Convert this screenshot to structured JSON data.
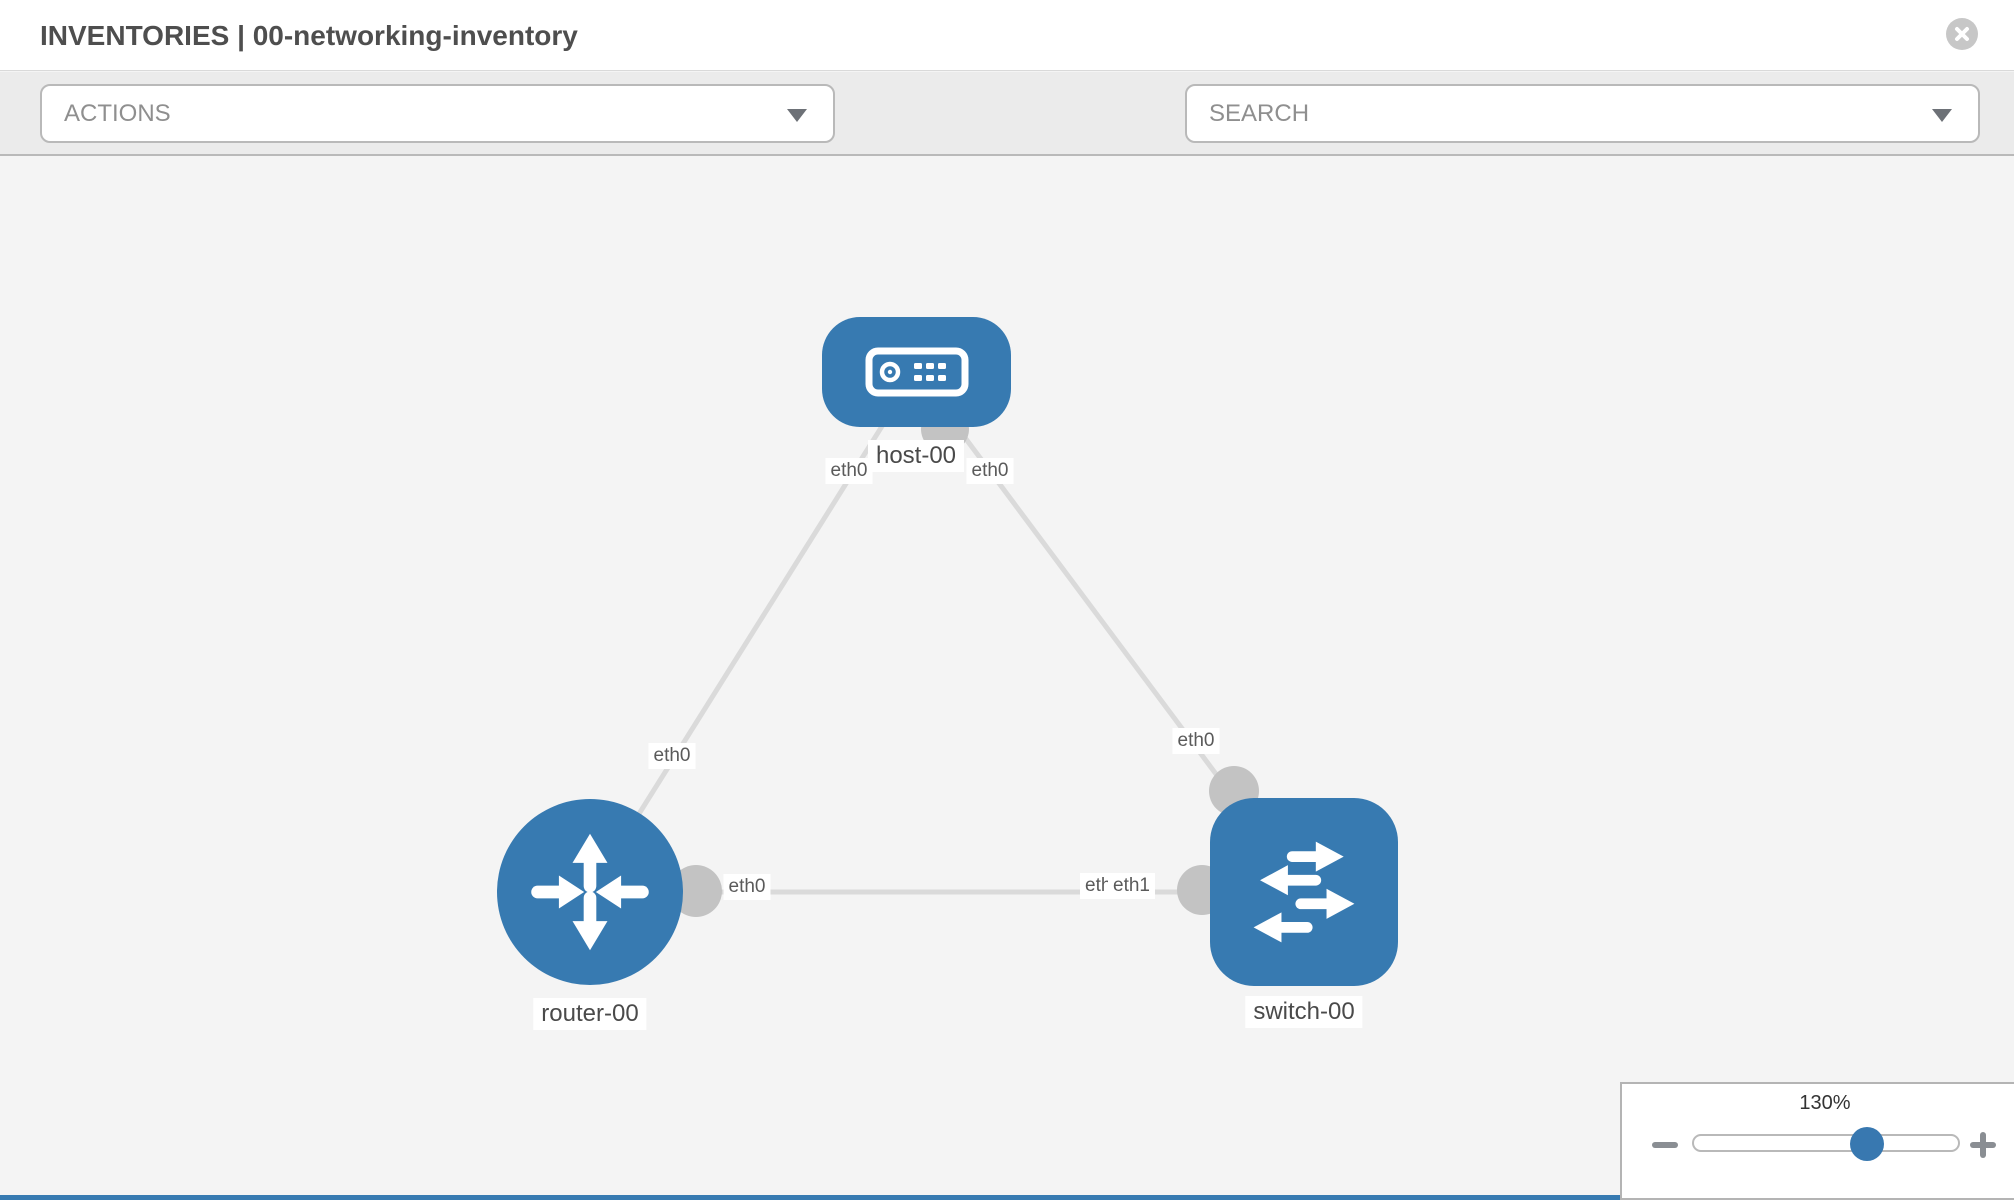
{
  "header": {
    "title": "INVENTORIES | 00-networking-inventory"
  },
  "toolbar": {
    "actions_label": "ACTIONS",
    "search_placeholder": "SEARCH",
    "icons": [
      "wrench-icon",
      "key-icon"
    ]
  },
  "topology": {
    "nodes": [
      {
        "id": "host-00",
        "label": "host-00",
        "type": "host"
      },
      {
        "id": "router-00",
        "label": "router-00",
        "type": "router"
      },
      {
        "id": "switch-00",
        "label": "switch-00",
        "type": "switch"
      }
    ],
    "links": [
      {
        "source": "host-00",
        "target": "router-00",
        "source_interface": "eth0",
        "target_interface": "eth0"
      },
      {
        "source": "host-00",
        "target": "switch-00",
        "source_interface": "eth0",
        "target_interface": "eth0"
      },
      {
        "source": "router-00",
        "target": "switch-00",
        "source_interface": "eth0",
        "target_interface": "eth1"
      }
    ]
  },
  "zoom_control": {
    "level": "130%"
  },
  "colors": {
    "node_blue": "#377ab1",
    "link_gray": "#dadada",
    "interface_gray": "#c3c3c3",
    "toolbar_bg": "#ebebeb",
    "canvas_bg": "#f4f4f4"
  }
}
